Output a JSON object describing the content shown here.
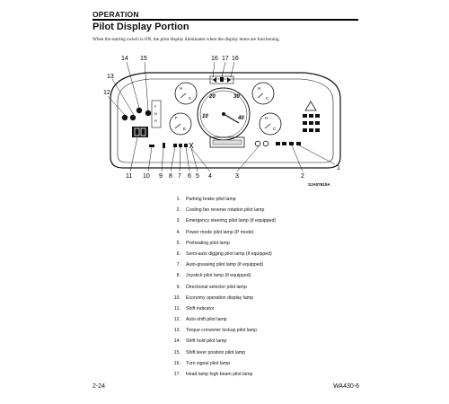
{
  "header": {
    "section": "OPERATION",
    "title": "Pilot Display Portion",
    "intro": "When the starting switch is ON, the pilot display illuminates when the display items are functioning."
  },
  "figure": {
    "code": "SJA07610A",
    "callouts": [
      {
        "label": "14"
      },
      {
        "label": "15"
      },
      {
        "label": "16"
      },
      {
        "label": "17"
      },
      {
        "label": "16"
      },
      {
        "label": "13"
      },
      {
        "label": "12"
      },
      {
        "label": "11"
      },
      {
        "label": "10"
      },
      {
        "label": "9"
      },
      {
        "label": "8"
      },
      {
        "label": "7"
      },
      {
        "label": "6"
      },
      {
        "label": "5"
      },
      {
        "label": "4"
      },
      {
        "label": "3"
      },
      {
        "label": "2"
      },
      {
        "label": "1"
      }
    ],
    "gauge_marks": {
      "h1": "H",
      "c1": "C",
      "h2": "H",
      "c2": "C",
      "h3": "H",
      "c3": "C",
      "f": "F",
      "e": "E",
      "s20": "20",
      "s30": "30",
      "s10": "10",
      "s40": "40",
      "gear1": "F",
      "gear2": "N",
      "gear3": "R"
    }
  },
  "legend": [
    {
      "num": "1.",
      "text": "Parking brake pilot lamp"
    },
    {
      "num": "2.",
      "text": "Cooling fan reverse rotation pilot lamp"
    },
    {
      "num": "3.",
      "text": "Emergency steering pilot lamp (if equipped)"
    },
    {
      "num": "4.",
      "text": "Power mode pilot lamp (P mode)"
    },
    {
      "num": "5.",
      "text": "Preheating pilot lamp"
    },
    {
      "num": "6.",
      "text": "Semi-auto digging pilot lamp (if equipped)"
    },
    {
      "num": "7.",
      "text": "Auto-greasing pilot lamp (if equipped)"
    },
    {
      "num": "8.",
      "text": "Joystick pilot lamp (if equipped)"
    },
    {
      "num": "9.",
      "text": "Directional selector pilot lamp"
    },
    {
      "num": "10.",
      "text": "Economy operation display lamp"
    },
    {
      "num": "11.",
      "text": "Shift indicator"
    },
    {
      "num": "12.",
      "text": "Auto-shift pilot lamp"
    },
    {
      "num": "13.",
      "text": "Torque converter lockup pilot lamp"
    },
    {
      "num": "14.",
      "text": "Shift hold pilot lamp"
    },
    {
      "num": "15.",
      "text": "Shift lever position pilot lamp"
    },
    {
      "num": "16.",
      "text": "Turn signal pilot lamp"
    },
    {
      "num": "17.",
      "text": "Head lamp high beam pilot lamp"
    }
  ],
  "footer": {
    "page": "2-24",
    "model": "WA430-6"
  }
}
